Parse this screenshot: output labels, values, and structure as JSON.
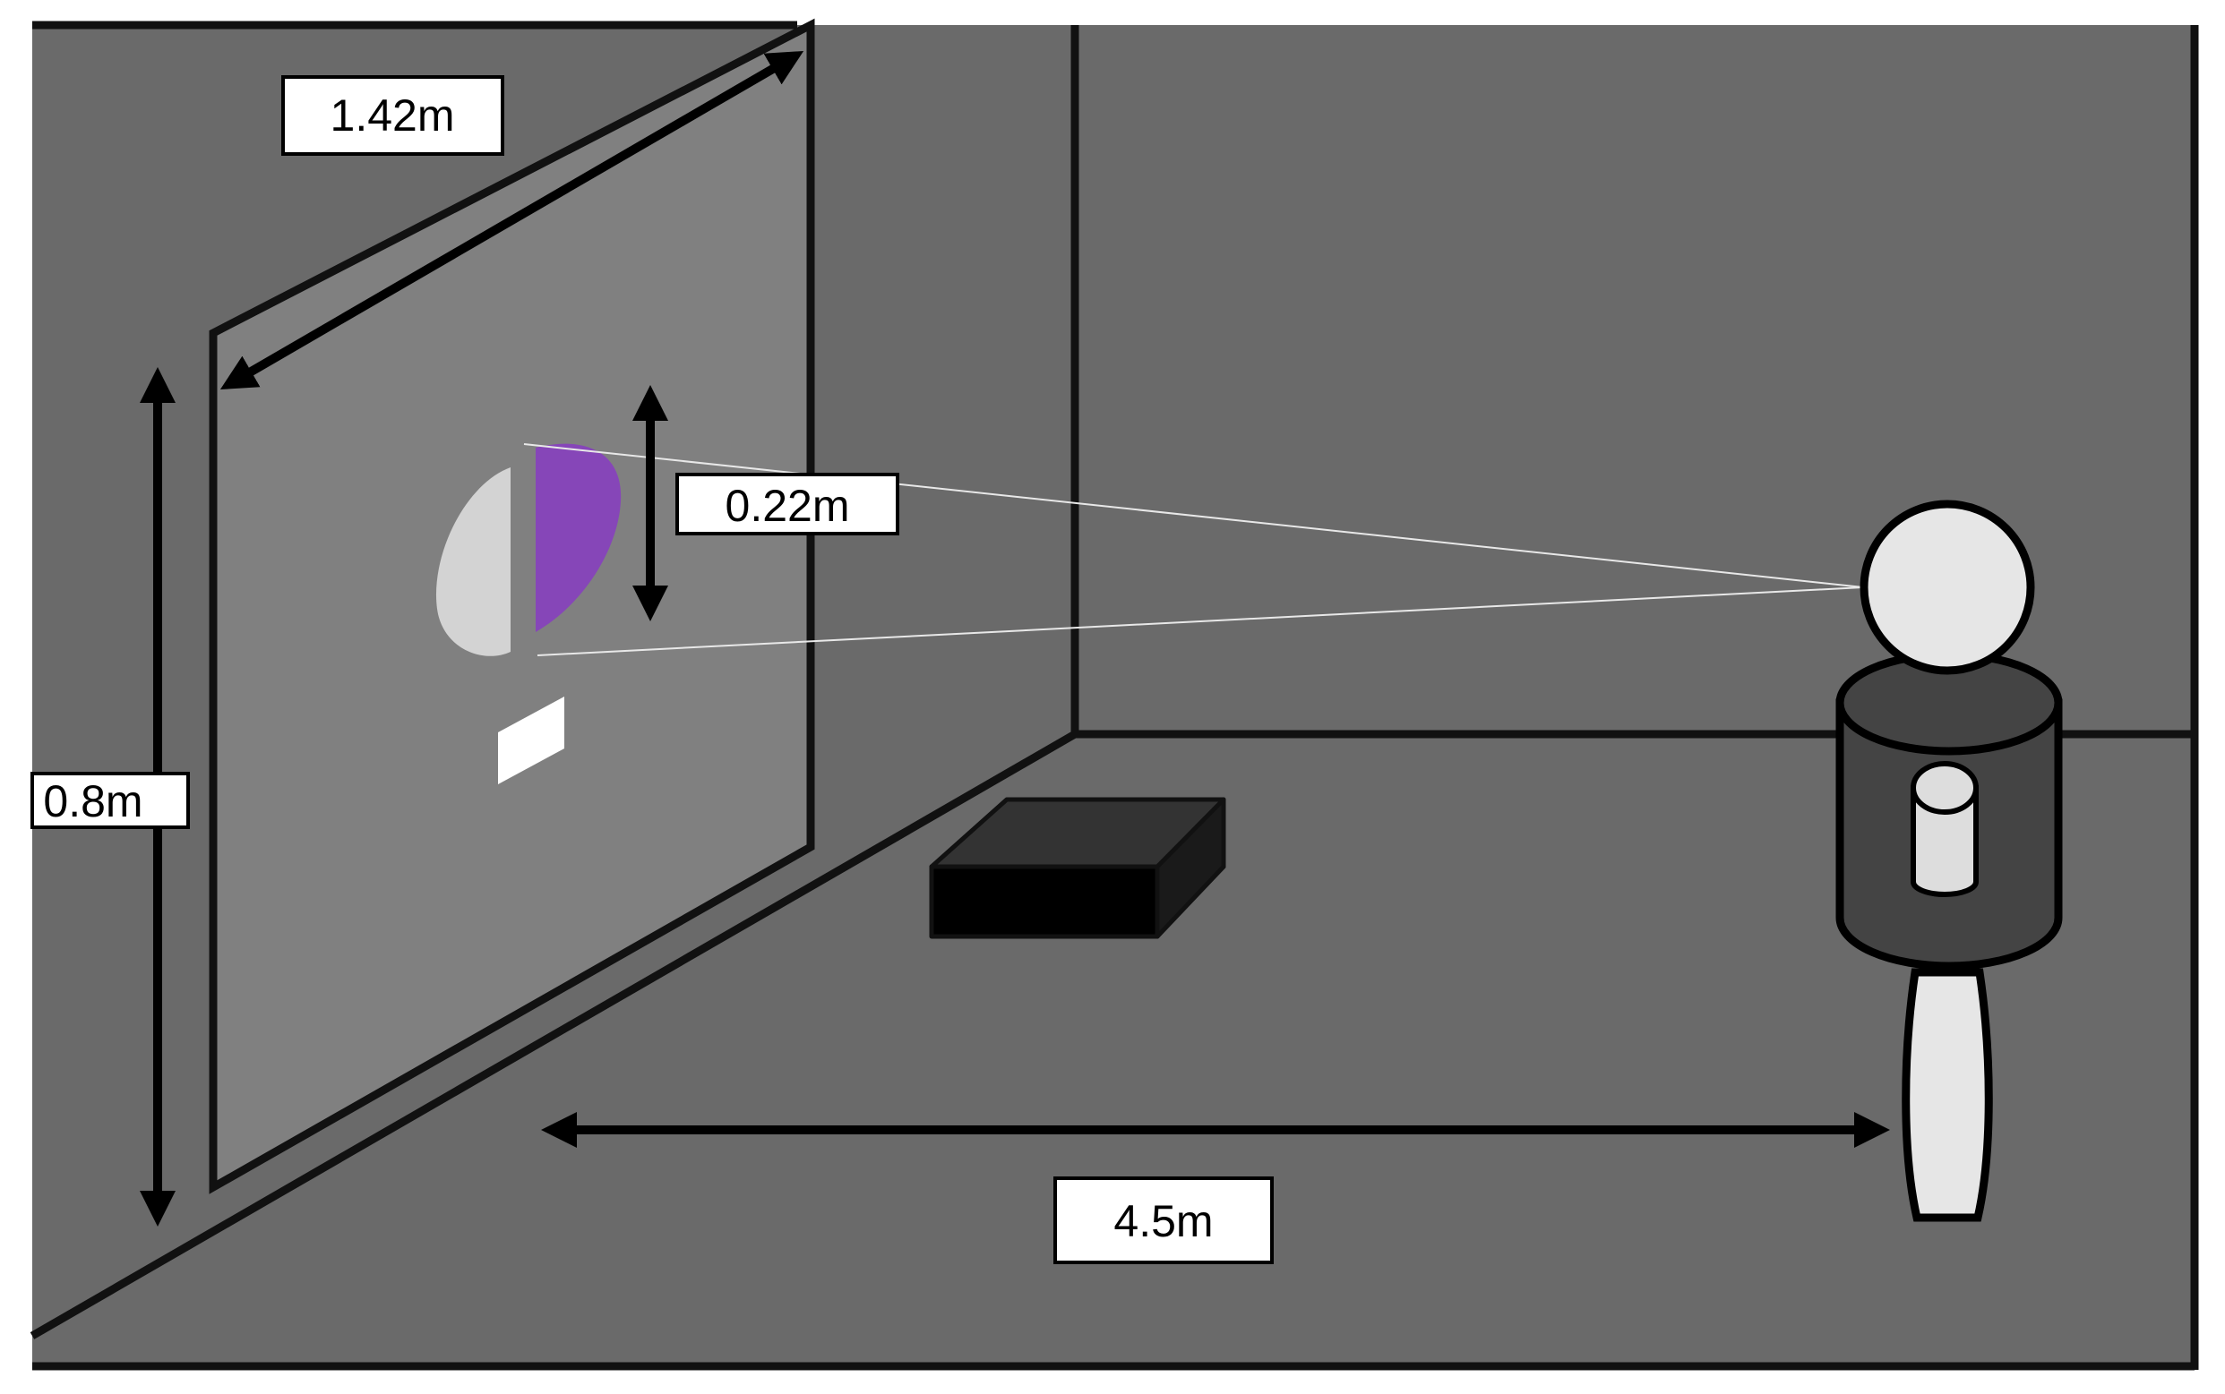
{
  "diagram": {
    "labels": {
      "screen_width": "1.42m",
      "screen_height": "0.8m",
      "stimulus_height": "0.22m",
      "viewing_distance": "4.5m"
    },
    "colors": {
      "background": "#6a6a6a",
      "screen": "#808080",
      "stroke": "#111111",
      "stimulus_left": "#d3d3d3",
      "stimulus_right": "#8646b8",
      "projector": "#2f2f2f",
      "head": "#e6e6e6",
      "torso": "#444444",
      "legs": "#e6e6e6",
      "label_box": "#ffffff"
    },
    "icons": {
      "projector": "box-icon",
      "observer": "person-icon"
    }
  }
}
